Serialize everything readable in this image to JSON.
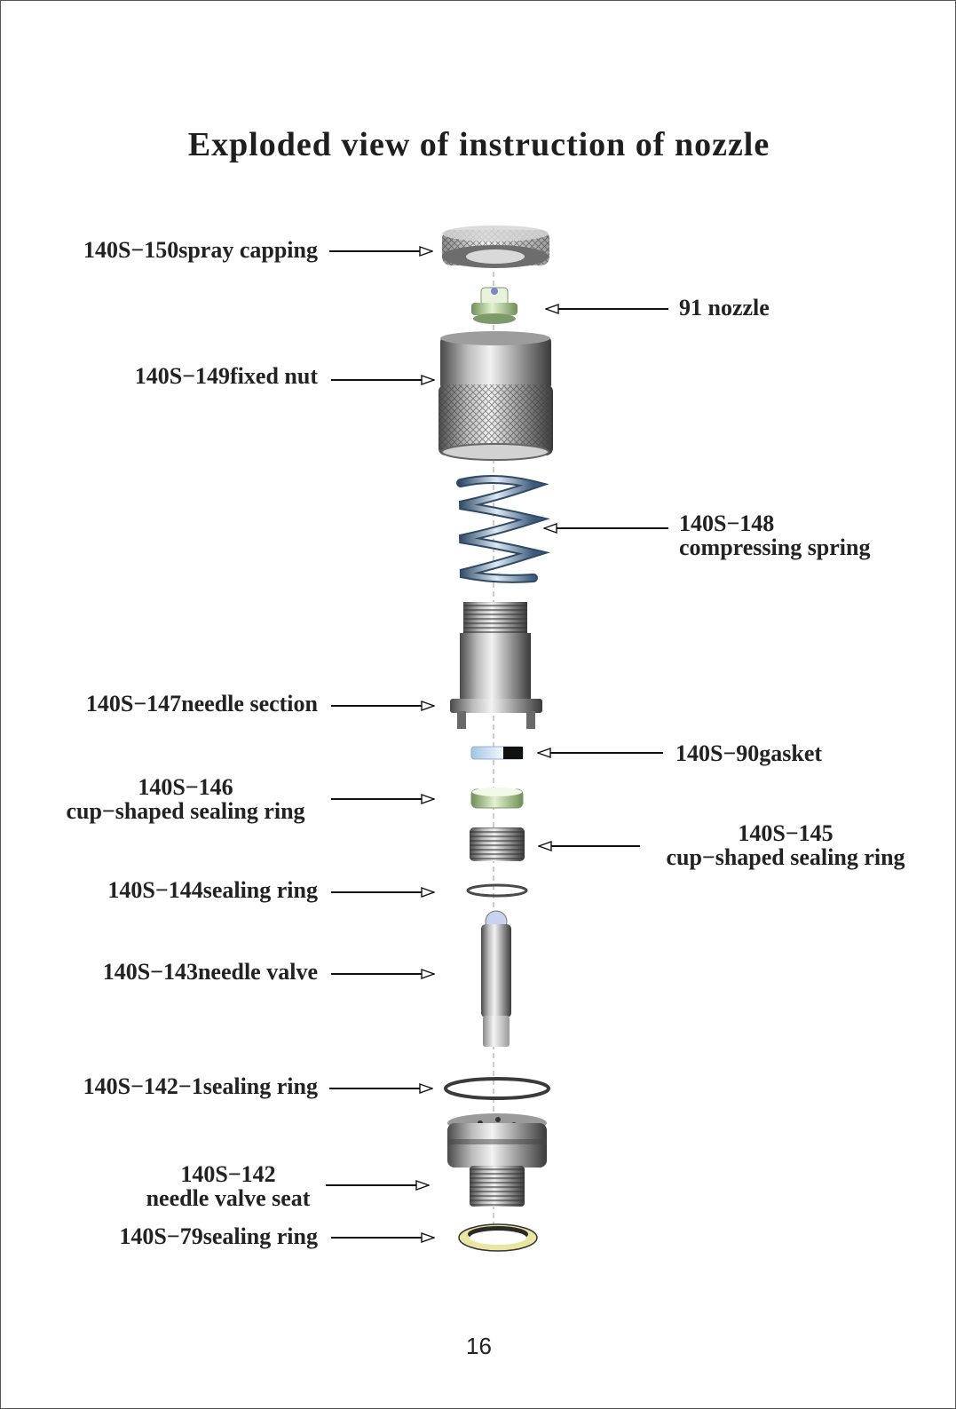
{
  "title": "Exploded view of instruction of nozzle",
  "page_number": "16",
  "parts": [
    {
      "id": "spray-capping",
      "lines": [
        "140S−150spray capping"
      ]
    },
    {
      "id": "nozzle",
      "lines": [
        "91 nozzle"
      ]
    },
    {
      "id": "fixed-nut",
      "lines": [
        "140S−149fixed nut"
      ]
    },
    {
      "id": "compressing-spring",
      "lines": [
        "140S−148",
        "compressing spring"
      ]
    },
    {
      "id": "needle-section",
      "lines": [
        "140S−147needle section"
      ]
    },
    {
      "id": "gasket",
      "lines": [
        "140S−90gasket"
      ]
    },
    {
      "id": "cup-shaped-sealing-ring-146",
      "lines": [
        "140S−146",
        "cup−shaped sealing ring"
      ]
    },
    {
      "id": "cup-shaped-sealing-ring-145",
      "lines": [
        "140S−145",
        "cup−shaped sealing ring"
      ]
    },
    {
      "id": "sealing-ring-144",
      "lines": [
        "140S−144sealing ring"
      ]
    },
    {
      "id": "needle-valve",
      "lines": [
        "140S−143needle valve"
      ]
    },
    {
      "id": "sealing-ring-142-1",
      "lines": [
        "140S−142−1sealing ring"
      ]
    },
    {
      "id": "needle-valve-seat",
      "lines": [
        "140S−142",
        "needle valve seat"
      ]
    },
    {
      "id": "sealing-ring-79",
      "lines": [
        "140S−79sealing ring"
      ]
    }
  ],
  "colors": {
    "text": "#222222",
    "arrow": "#111111",
    "metal_dark": "#5a5a5a",
    "metal_light": "#e6e6e6",
    "spring_blue": "#7a9cc0",
    "green": "#b8d69a",
    "yellow": "#e8e6a0"
  }
}
